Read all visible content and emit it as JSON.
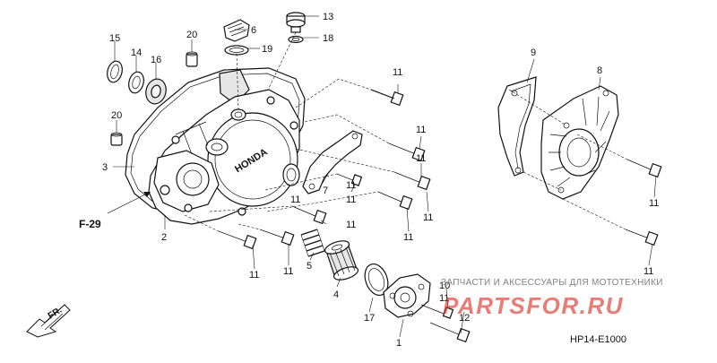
{
  "diagram": {
    "callouts": [
      "1",
      "2",
      "3",
      "4",
      "5",
      "6",
      "7",
      "8",
      "9",
      "10",
      "11",
      "11",
      "11",
      "11",
      "11",
      "11",
      "11",
      "11",
      "11",
      "11",
      "11",
      "11",
      "11",
      "11",
      "12",
      "13",
      "14",
      "15",
      "16",
      "17",
      "18",
      "19",
      "20",
      "20"
    ],
    "reference_code": "F-29",
    "direction_label": "FR.",
    "brand_text": "HONDA",
    "diagram_code": "HP14-E1000",
    "watermark": {
      "line1": "ЗАПЧАСТИ И АКСЕССУАРЫ ДЛЯ МОТОТЕХНИКИ",
      "logo": "PARTSFOR.RU"
    },
    "colors": {
      "line": "#111111",
      "watermark_red": "#d9362b",
      "watermark_text": "#6a6a6a"
    }
  }
}
